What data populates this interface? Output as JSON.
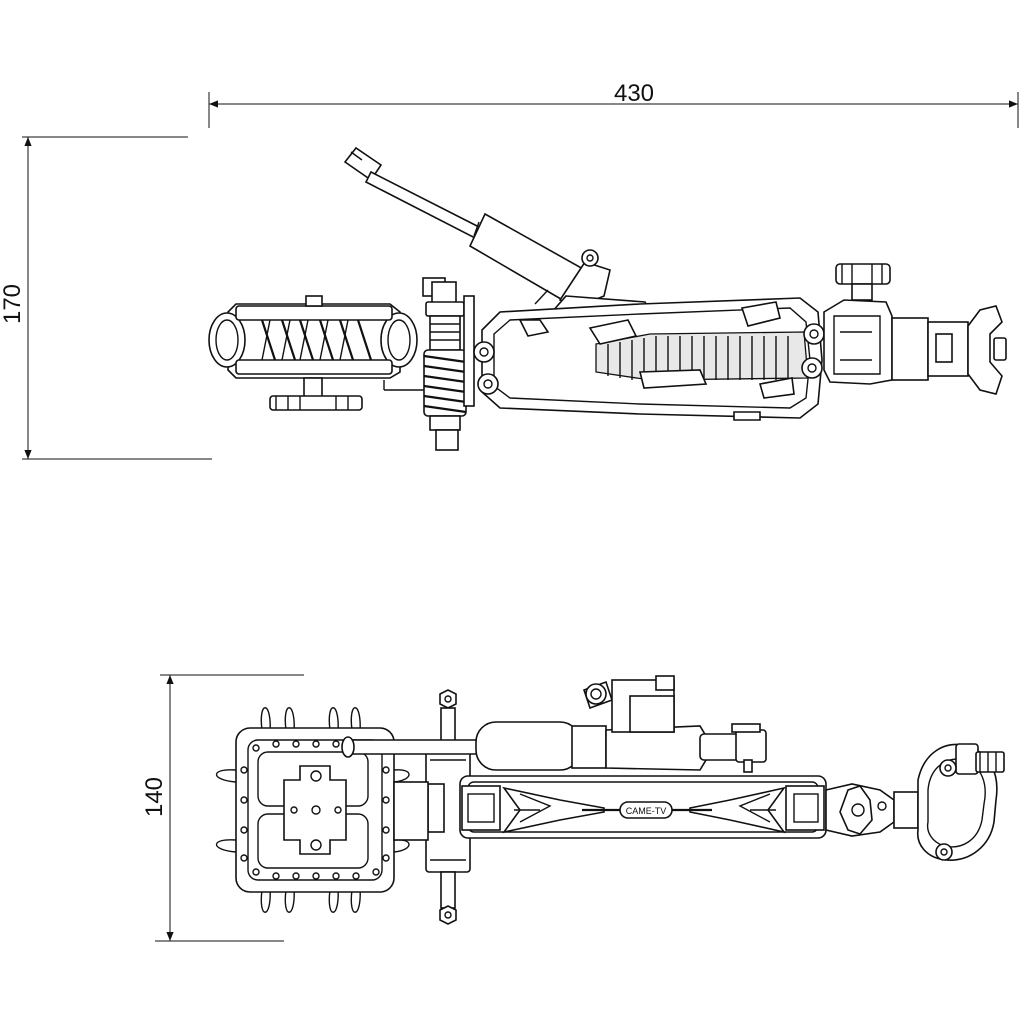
{
  "dimensions": {
    "width_top": "430",
    "height_top": "170",
    "height_bottom": "140"
  },
  "brand_label": "CAME-TV"
}
